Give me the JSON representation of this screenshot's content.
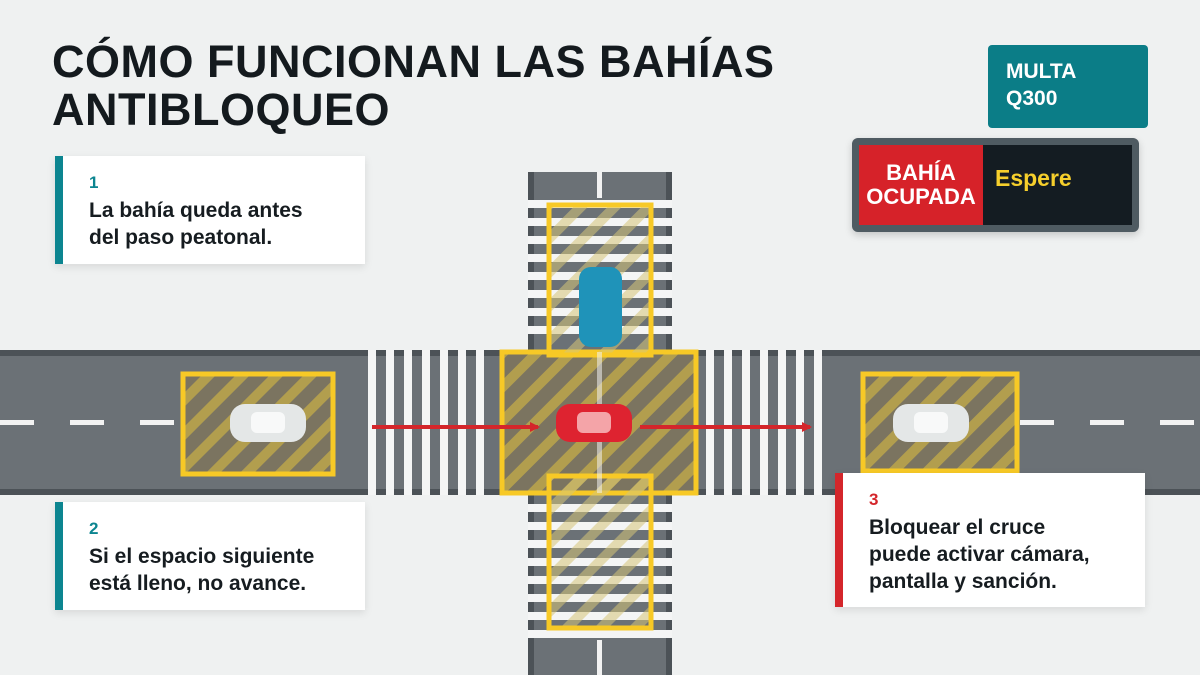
{
  "title": {
    "line1": "CÓMO FUNCIONAN LAS BAHÍAS",
    "line2": "ANTIBLOQUEO"
  },
  "fine": {
    "line1": "MULTA",
    "line2": "Q300"
  },
  "sign": {
    "status_line1": "BAHÍA",
    "status_line2": "OCUPADA",
    "message": "Espere"
  },
  "notes": [
    {
      "number": "1",
      "line1": "La bahía queda antes",
      "line2": "del paso peatonal."
    },
    {
      "number": "2",
      "line1": "Si el espacio siguiente",
      "line2": "está lleno, no avance."
    },
    {
      "number": "3",
      "line1": "Bloquear el cruce",
      "line2": "puede activar cámara,",
      "line3": "pantalla y sanción."
    }
  ],
  "colors": {
    "background": "#eff1f1",
    "road": "#6b7176",
    "bay_outline": "#f7c926",
    "arrow": "#d4262b",
    "teal_accent": "#0c8590",
    "red_accent": "#d4262b",
    "car_blue": "#1f93b9",
    "car_red": "#de2330",
    "car_white": "#e4e7e7"
  }
}
